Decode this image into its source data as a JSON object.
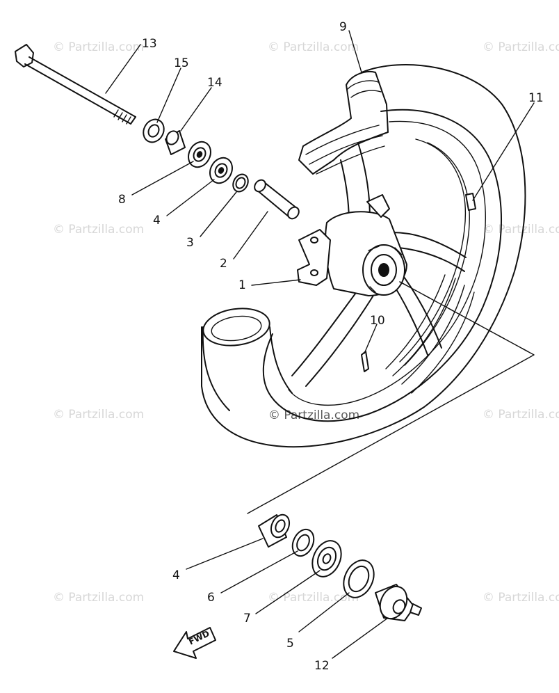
{
  "watermarks": {
    "repeated": "© Partzilla.com",
    "center": "© Partzilla.com"
  },
  "callouts": {
    "c1": "1",
    "c2": "2",
    "c3": "3",
    "c4a": "4",
    "c4b": "4",
    "c5": "5",
    "c6": "6",
    "c7": "7",
    "c8": "8",
    "c9": "9",
    "c10": "10",
    "c11": "11",
    "c12": "12",
    "c13": "13",
    "c14": "14",
    "c15": "15"
  },
  "direction_arrow": {
    "label": "FWD"
  },
  "colors": {
    "ink": "#111111",
    "watermark": "#d7d7d7",
    "background": "#ffffff"
  }
}
